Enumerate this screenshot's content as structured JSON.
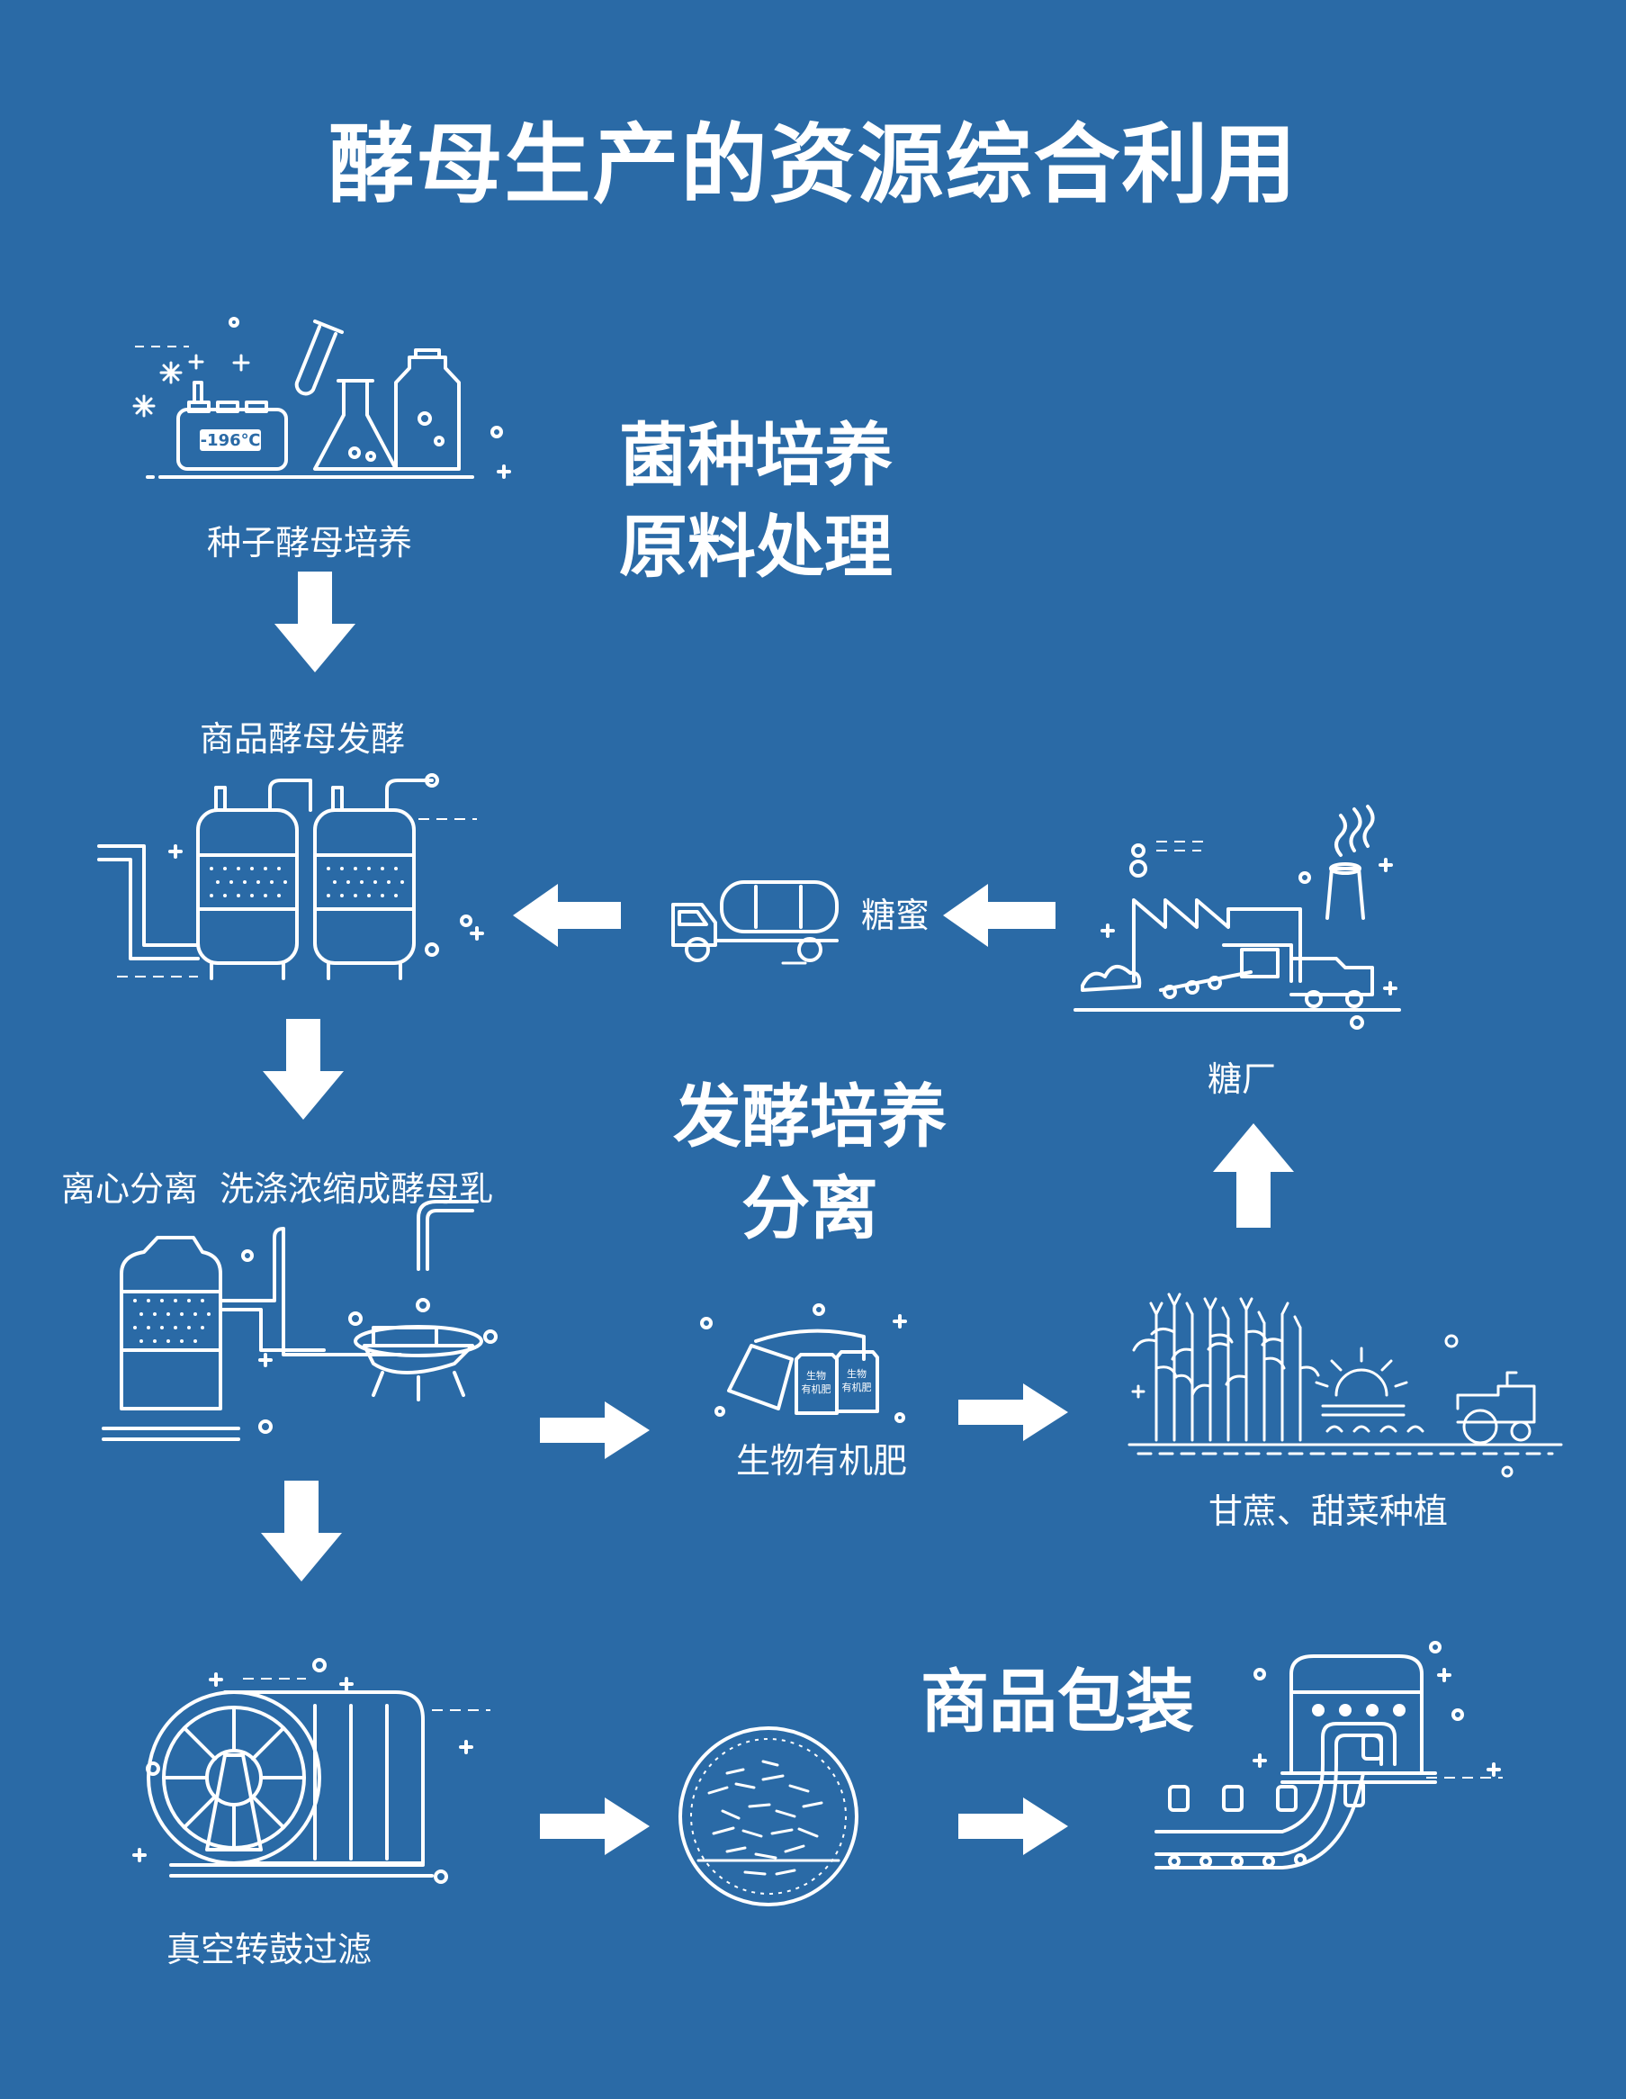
{
  "title": "酵母生产的资源综合利用",
  "stages": {
    "culture": [
      "菌种培养",
      "原料处理"
    ],
    "fermentation": [
      "发酵培养",
      "分离"
    ],
    "packaging": "商品包装"
  },
  "steps": {
    "seed_culture": "种子酵母培养",
    "commercial_fermentation": "商品酵母发酵",
    "centrifuge": "离心分离  洗涤浓缩成酵母乳",
    "vacuum_filter": "真空转鼓过滤",
    "fertilizer": "生物有机肥",
    "planting": "甘蔗、甜菜种植",
    "sugar_factory": "糖厂",
    "molasses": "糖蜜"
  },
  "illustration_text": {
    "freezer_temp": "-196℃",
    "bag_label": [
      "生物",
      "有机肥"
    ]
  },
  "colors": {
    "background": "#2a6aa6",
    "foreground": "#ffffff"
  }
}
